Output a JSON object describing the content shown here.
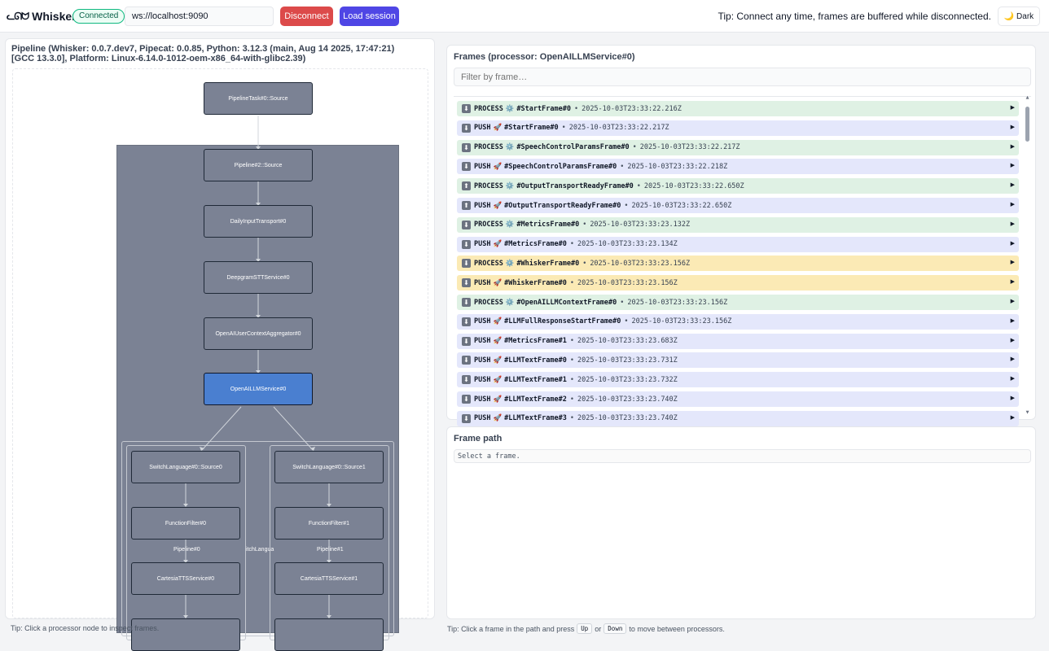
{
  "header": {
    "logo_icon": "ᓚᘏᗢ",
    "app_name": "Whisker",
    "status": "Connected",
    "ws_url": "ws://localhost:9090",
    "disconnect_label": "Disconnect",
    "load_session_label": "Load session",
    "tip": "Tip: Connect any time, frames are buffered while disconnected.",
    "theme_icon": "moon-icon",
    "theme_label": "Dark"
  },
  "pipeline": {
    "title": "Pipeline (Whisker: 0.0.7.dev7, Pipecat: 0.0.85, Python: 3.12.3 (main, Aug 14 2025, 17:47:21) [GCC 13.3.0], Platform: Linux-6.14.0-1012-oem-x86_64-with-glibc2.39)",
    "nodes": {
      "task_source": "PipelineTask#0::Source",
      "pipeline_source": "Pipeline#2::Source",
      "daily_input": "DailyInputTransport#0",
      "deepgram": "DeepgramSTTService#0",
      "user_ctx": "OpenAIUserContextAggregator#0",
      "openai_llm": "OpenAILLMService#0",
      "switch_src0": "SwitchLanguage#0::Source0",
      "switch_src1": "SwitchLanguage#0::Source1",
      "func_filter0": "FunctionFilter#0",
      "func_filter1": "FunctionFilter#1",
      "cartesia0": "CartesiaTTSService#0",
      "cartesia1": "CartesiaTTSService#1"
    },
    "group_labels": {
      "pipeline0": "Pipeline#0",
      "pipeline1": "Pipeline#1",
      "switch_clipped": "itchLangua"
    },
    "selected_node": "OpenAILLMService#0",
    "colors": {
      "node_fill": "#7b8294",
      "selected_fill": "#4a7fd0"
    },
    "tip": "Tip: Click a processor node to inspect frames."
  },
  "frames": {
    "title": "Frames (processor: OpenAILLMService#0)",
    "filter_placeholder": "Filter by frame…",
    "rows": [
      {
        "dir": "⬇",
        "kind": "PROCESS",
        "icon": "⚙️",
        "name": "#StartFrame#0",
        "ts": "2025-10-03T23:33:22.216Z",
        "style": "process"
      },
      {
        "dir": "⬇",
        "kind": "PUSH",
        "icon": "🚀",
        "name": "#StartFrame#0",
        "ts": "2025-10-03T23:33:22.217Z",
        "style": "push"
      },
      {
        "dir": "⬇",
        "kind": "PROCESS",
        "icon": "⚙️",
        "name": "#SpeechControlParamsFrame#0",
        "ts": "2025-10-03T23:33:22.217Z",
        "style": "process"
      },
      {
        "dir": "⬇",
        "kind": "PUSH",
        "icon": "🚀",
        "name": "#SpeechControlParamsFrame#0",
        "ts": "2025-10-03T23:33:22.218Z",
        "style": "push"
      },
      {
        "dir": "⬆",
        "kind": "PROCESS",
        "icon": "⚙️",
        "name": "#OutputTransportReadyFrame#0",
        "ts": "2025-10-03T23:33:22.650Z",
        "style": "process"
      },
      {
        "dir": "⬆",
        "kind": "PUSH",
        "icon": "🚀",
        "name": "#OutputTransportReadyFrame#0",
        "ts": "2025-10-03T23:33:22.650Z",
        "style": "push"
      },
      {
        "dir": "⬇",
        "kind": "PROCESS",
        "icon": "⚙️",
        "name": "#MetricsFrame#0",
        "ts": "2025-10-03T23:33:23.132Z",
        "style": "process"
      },
      {
        "dir": "⬇",
        "kind": "PUSH",
        "icon": "🚀",
        "name": "#MetricsFrame#0",
        "ts": "2025-10-03T23:33:23.134Z",
        "style": "push"
      },
      {
        "dir": "⬇",
        "kind": "PROCESS",
        "icon": "⚙️",
        "name": "#WhiskerFrame#0",
        "ts": "2025-10-03T23:33:23.156Z",
        "style": "whisker"
      },
      {
        "dir": "⬇",
        "kind": "PUSH",
        "icon": "🚀",
        "name": "#WhiskerFrame#0",
        "ts": "2025-10-03T23:33:23.156Z",
        "style": "whisker"
      },
      {
        "dir": "⬇",
        "kind": "PROCESS",
        "icon": "⚙️",
        "name": "#OpenAILLMContextFrame#0",
        "ts": "2025-10-03T23:33:23.156Z",
        "style": "process"
      },
      {
        "dir": "⬇",
        "kind": "PUSH",
        "icon": "🚀",
        "name": "#LLMFullResponseStartFrame#0",
        "ts": "2025-10-03T23:33:23.156Z",
        "style": "push"
      },
      {
        "dir": "⬇",
        "kind": "PUSH",
        "icon": "🚀",
        "name": "#MetricsFrame#1",
        "ts": "2025-10-03T23:33:23.683Z",
        "style": "push"
      },
      {
        "dir": "⬇",
        "kind": "PUSH",
        "icon": "🚀",
        "name": "#LLMTextFrame#0",
        "ts": "2025-10-03T23:33:23.731Z",
        "style": "push"
      },
      {
        "dir": "⬇",
        "kind": "PUSH",
        "icon": "🚀",
        "name": "#LLMTextFrame#1",
        "ts": "2025-10-03T23:33:23.732Z",
        "style": "push"
      },
      {
        "dir": "⬇",
        "kind": "PUSH",
        "icon": "🚀",
        "name": "#LLMTextFrame#2",
        "ts": "2025-10-03T23:33:23.740Z",
        "style": "push"
      },
      {
        "dir": "⬇",
        "kind": "PUSH",
        "icon": "🚀",
        "name": "#LLMTextFrame#3",
        "ts": "2025-10-03T23:33:23.740Z",
        "style": "push"
      }
    ],
    "separator": "•",
    "expand_glyph": "▶"
  },
  "frame_path": {
    "title": "Frame path",
    "placeholder": "Select a frame.",
    "tip_prefix": "Tip: Click a frame in the path and press",
    "key_up": "Up",
    "tip_or": "or",
    "key_down": "Down",
    "tip_suffix": "to move between processors."
  }
}
